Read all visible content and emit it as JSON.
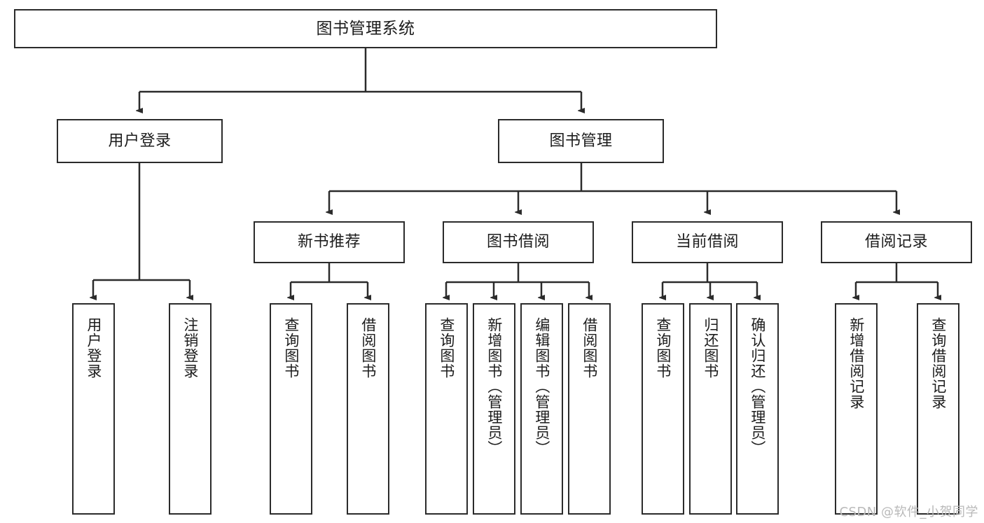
{
  "diagram": {
    "type": "tree-hierarchy",
    "title": "图书管理系统",
    "watermark": "CSDN @软件_小贺同学",
    "colors": {
      "box_border": "#2b2b2b",
      "box_fill": "#ffffff",
      "connector": "#2b2b2b",
      "text": "#1c1c1c",
      "watermark": "#b9b9b9"
    },
    "nodes": {
      "root": {
        "label": "图书管理系统"
      },
      "level2": [
        {
          "label": "用户登录"
        },
        {
          "label": "图书管理"
        }
      ],
      "level3": [
        {
          "label": "新书推荐"
        },
        {
          "label": "图书借阅"
        },
        {
          "label": "当前借阅"
        },
        {
          "label": "借阅记录"
        }
      ],
      "leaves_user_login": [
        {
          "label": "用户登录"
        },
        {
          "label": "注销登录"
        }
      ],
      "leaves_new_book": [
        {
          "label": "查询图书"
        },
        {
          "label": "借阅图书"
        }
      ],
      "leaves_book_borrow": [
        {
          "label": "查询图书"
        },
        {
          "label": "新增图书（管理员）"
        },
        {
          "label": "编辑图书（管理员）"
        },
        {
          "label": "借阅图书"
        }
      ],
      "leaves_current_borrow": [
        {
          "label": "查询图书"
        },
        {
          "label": "归还图书"
        },
        {
          "label": "确认归还（管理员）"
        }
      ],
      "leaves_borrow_record": [
        {
          "label": "新增借阅记录"
        },
        {
          "label": "查询借阅记录"
        }
      ]
    }
  }
}
